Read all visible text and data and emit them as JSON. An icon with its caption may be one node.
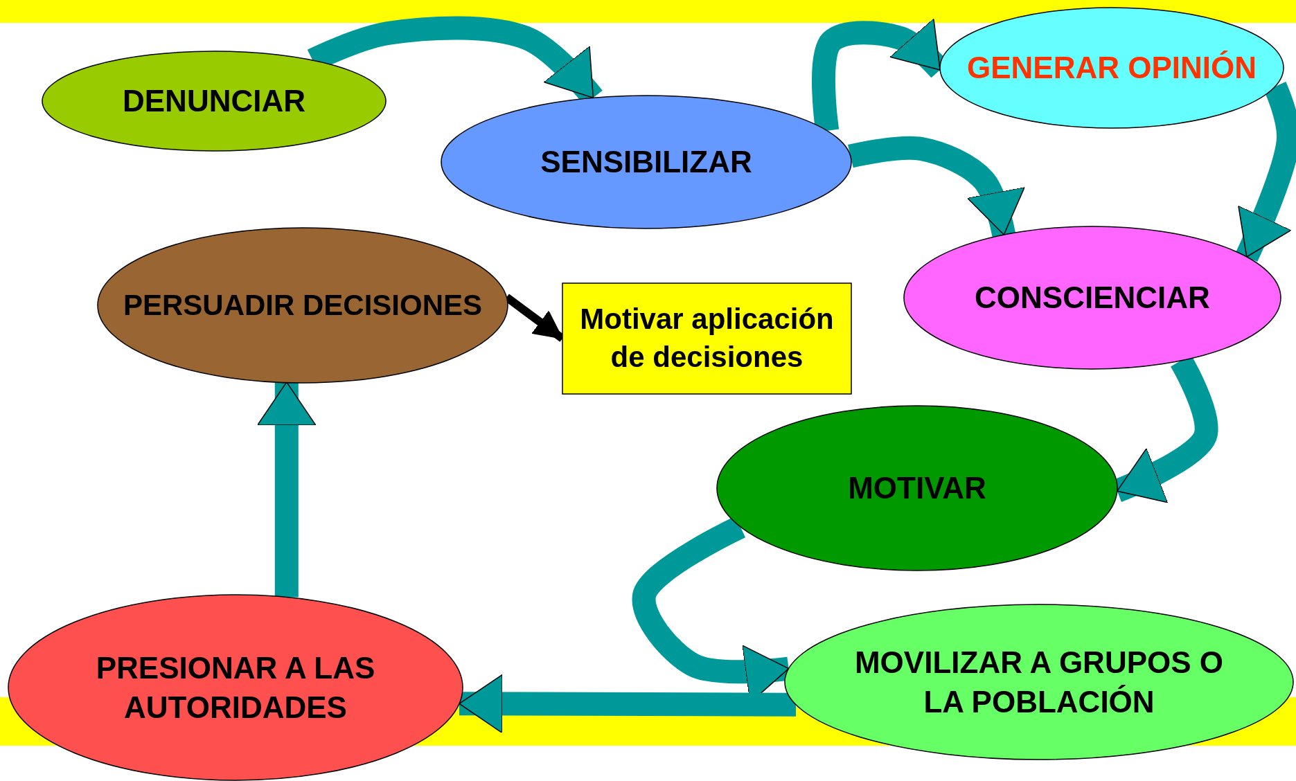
{
  "diagram": {
    "nodes": [
      {
        "text": [
          "DENUNCIAR"
        ]
      },
      {
        "text": [
          "SENSIBILIZAR"
        ]
      },
      {
        "text": [
          "GENERAR OPINIÓN"
        ]
      },
      {
        "text": [
          "CONSCIENCIAR"
        ]
      },
      {
        "text": [
          "MOTIVAR"
        ]
      },
      {
        "text": [
          "MOVILIZAR A GRUPOS O LA POBLACIÓN"
        ]
      },
      {
        "text": [
          "PRESIONAR A LAS AUTORIDADES"
        ]
      },
      {
        "text": [
          "PERSUADIR DECISIONES"
        ]
      },
      {
        "text": [
          "Motivar aplicación de decisiones"
        ]
      }
    ],
    "edges": [
      {
        "from": 0,
        "to": 1,
        "arrow": "to"
      },
      {
        "from": 1,
        "to": 2,
        "arrow": "to"
      },
      {
        "from": 2,
        "to": 3,
        "arrow": "to"
      },
      {
        "from": 1,
        "to": 3,
        "arrow": "to"
      },
      {
        "from": 3,
        "to": 4,
        "arrow": "to"
      },
      {
        "from": 4,
        "to": 5,
        "arrow": "to"
      },
      {
        "from": 5,
        "to": 6,
        "arrow": "to"
      },
      {
        "from": 6,
        "to": 7,
        "arrow": "to"
      },
      {
        "from": 7,
        "to": 8,
        "arrow": "to",
        "color": "#000000"
      }
    ]
  }
}
